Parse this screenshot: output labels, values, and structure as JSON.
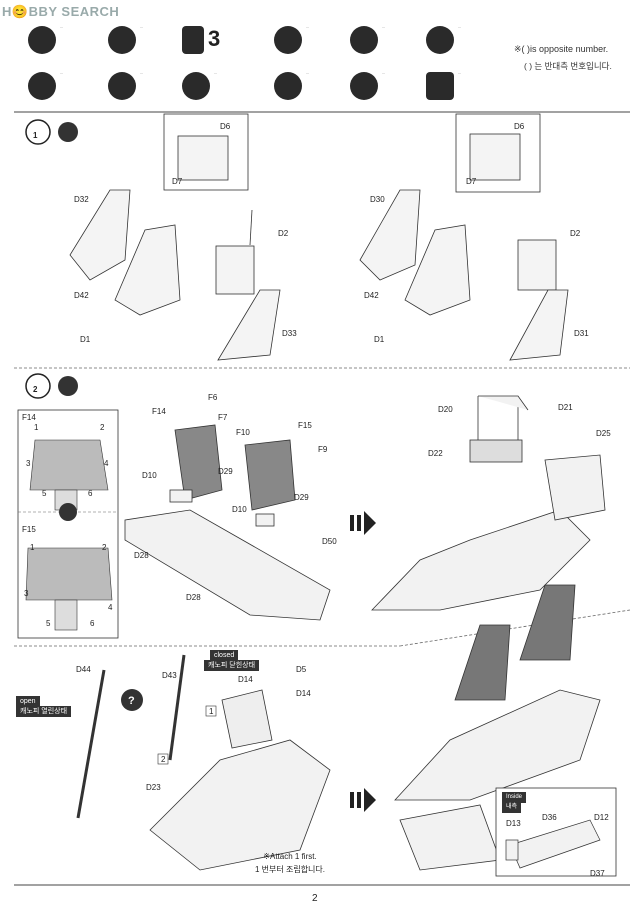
{
  "watermark": "H😊BBY SEARCH",
  "legend": {
    "opposite_en": "※( )is opposite number.",
    "opposite_kr": "(  ) 는 반대측 번호입니다.",
    "icons": [
      "cement-icon",
      "no-cement-icon",
      "repeat-3-icon",
      "decal-icon",
      "glue-icon",
      "cut-icon",
      "question-icon",
      "drill-icon",
      "caution-icon",
      "flip-icon",
      "paint-icon",
      "attention-icon"
    ],
    "repeat_number": "3"
  },
  "steps": {
    "step1": "1",
    "step2": "2"
  },
  "parts": {
    "d6": "D6",
    "d7": "D7",
    "d32": "D32",
    "d42": "D42",
    "d1": "D1",
    "d2": "D2",
    "d33": "D33",
    "d30": "D30",
    "d31": "D31",
    "f14": "F14",
    "f15": "F15",
    "f6": "F6",
    "f7": "F7",
    "f10": "F10",
    "f9": "F9",
    "d10": "D10",
    "d29": "D29",
    "d28": "D28",
    "d50": "D50",
    "d20": "D20",
    "d21": "D21",
    "d22": "D22",
    "d25": "D25",
    "d44": "D44",
    "d43": "D43",
    "d14": "D14",
    "d5": "D5",
    "d23": "D23",
    "d13": "D13",
    "d36": "D36",
    "d12": "D12",
    "d37": "D37"
  },
  "decal_numbers": [
    "1",
    "2",
    "3",
    "4",
    "5",
    "6"
  ],
  "tags": {
    "open_en": "open",
    "open_kr": "캐노피 열린상태",
    "closed_en": "closed",
    "closed_kr": "캐노피 닫힌상태",
    "inside_en": "Inside",
    "inside_kr": "내측"
  },
  "boxes": {
    "b1": "1",
    "b2": "2"
  },
  "attach_note_en": "※Attach 1 first.",
  "attach_note_kr": "1 번부터 조립합니다.",
  "page_number": "2"
}
